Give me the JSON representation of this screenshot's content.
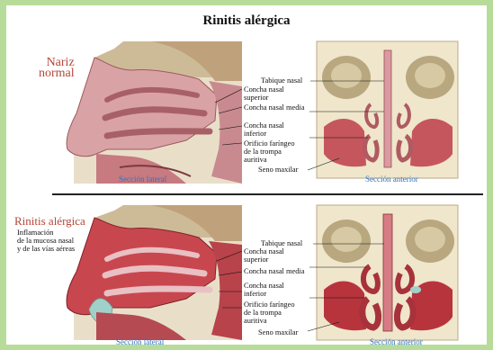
{
  "title": "Rinitis alérgica",
  "colors": {
    "background": "#b7dc9a",
    "label_red": "#b54637",
    "caption_blue": "#2b73c6",
    "tissue_pink": "#d9a3a6",
    "inflamed_red": "#c8474f",
    "bone": "#efe6cc"
  },
  "top": {
    "heading": "Nariz\nnormal",
    "labels": {
      "concha_superior": "Concha nasal\nsuperior",
      "concha_media": "Concha nasal media",
      "concha_inferior": "Concha nasal\ninferior",
      "orificio": "Orificio faríngeo\nde la trompa\nauritiva",
      "seno": "Seno maxilar",
      "tabique": "Tabique nasal"
    },
    "caption_left": "Sección lateral",
    "caption_right": "Sección anterior"
  },
  "bottom": {
    "heading": "Rinitis alérgica",
    "subtext": "Inflamación\nde la mucosa nasal\ny de las vías aéreas",
    "labels": {
      "tabique": "Tabique nasal",
      "concha_superior": "Concha nasal\nsuperior",
      "concha_media": "Concha nasal media",
      "concha_inferior": "Concha nasal\ninferior",
      "orificio": "Orificio faríngeo\nde la trompa\nauritiva",
      "seno": "Seno maxilar"
    },
    "caption_left": "Sección lateral",
    "caption_right": "Sección anterior"
  }
}
